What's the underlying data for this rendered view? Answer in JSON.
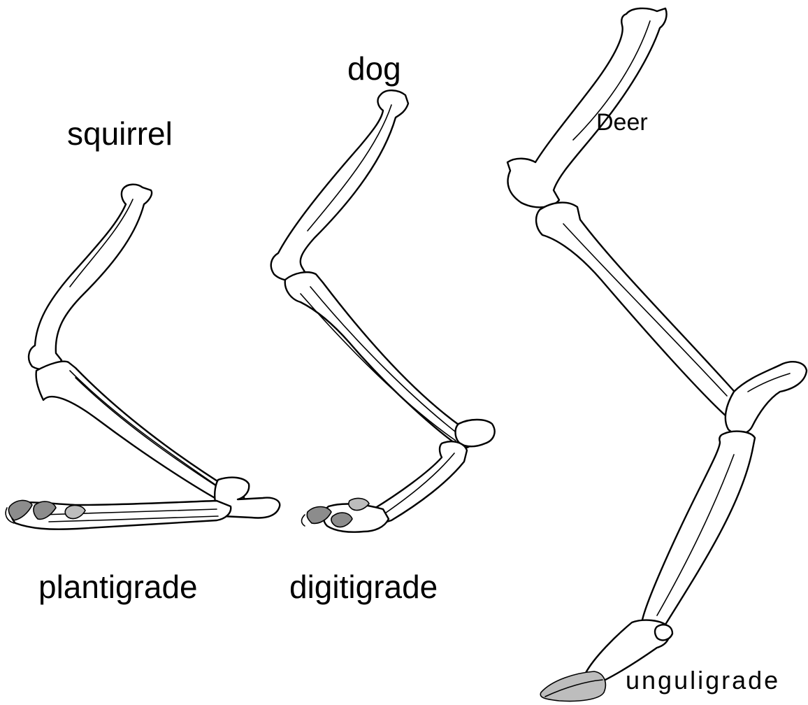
{
  "labels": {
    "squirrel": "squirrel",
    "dog": "dog",
    "deer": "Deer",
    "plantigrade": "plantigrade",
    "digitigrade": "digitigrade",
    "unguligrade": "unguligrade"
  }
}
